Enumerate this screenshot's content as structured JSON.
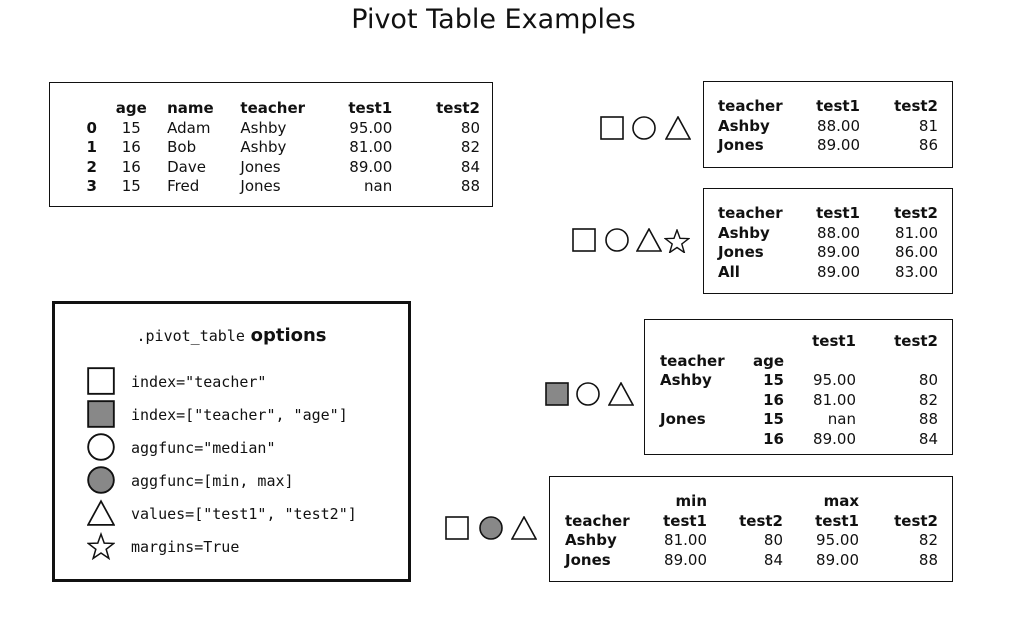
{
  "title": "Pivot Table Examples",
  "source_table": {
    "columns": [
      "age",
      "name",
      "teacher",
      "test1",
      "test2"
    ],
    "rows": [
      {
        "index": "0",
        "age": "15",
        "name": "Adam",
        "teacher": "Ashby",
        "test1": "95.00",
        "test2": "80"
      },
      {
        "index": "1",
        "age": "16",
        "name": "Bob",
        "teacher": "Ashby",
        "test1": "81.00",
        "test2": "82"
      },
      {
        "index": "2",
        "age": "16",
        "name": "Dave",
        "teacher": "Jones",
        "test1": "89.00",
        "test2": "84"
      },
      {
        "index": "3",
        "age": "15",
        "name": "Fred",
        "teacher": "Jones",
        "test1": "nan",
        "test2": "88"
      }
    ]
  },
  "legend": {
    "title_code": ".pivot_table",
    "title_word": "options",
    "items": [
      {
        "icon": "open-square-icon",
        "text": "index=\"teacher\""
      },
      {
        "icon": "filled-square-icon",
        "text": "index=[\"teacher\", \"age\"]"
      },
      {
        "icon": "open-circle-icon",
        "text": "aggfunc=\"median\""
      },
      {
        "icon": "filled-circle-icon",
        "text": "aggfunc=[min, max]"
      },
      {
        "icon": "triangle-icon",
        "text": "values=[\"test1\", \"test2\"]"
      },
      {
        "icon": "star-icon",
        "text": "margins=True"
      }
    ]
  },
  "pivot1": {
    "symbols": [
      "open-square-icon",
      "open-circle-icon",
      "triangle-icon"
    ],
    "headers": [
      "teacher",
      "test1",
      "test2"
    ],
    "rows": [
      {
        "teacher": "Ashby",
        "test1": "88.00",
        "test2": "81"
      },
      {
        "teacher": "Jones",
        "test1": "89.00",
        "test2": "86"
      }
    ]
  },
  "pivot2": {
    "symbols": [
      "open-square-icon",
      "open-circle-icon",
      "triangle-icon",
      "star-icon"
    ],
    "headers": [
      "teacher",
      "test1",
      "test2"
    ],
    "rows": [
      {
        "teacher": "Ashby",
        "test1": "88.00",
        "test2": "81.00"
      },
      {
        "teacher": "Jones",
        "test1": "89.00",
        "test2": "86.00"
      },
      {
        "teacher": "All",
        "test1": "89.00",
        "test2": "83.00"
      }
    ]
  },
  "pivot3": {
    "symbols": [
      "filled-square-icon",
      "open-circle-icon",
      "triangle-icon"
    ],
    "col_headers": [
      "test1",
      "test2"
    ],
    "index_headers": [
      "teacher",
      "age"
    ],
    "rows": [
      {
        "teacher": "Ashby",
        "age": "15",
        "test1": "95.00",
        "test2": "80"
      },
      {
        "teacher": "",
        "age": "16",
        "test1": "81.00",
        "test2": "82"
      },
      {
        "teacher": "Jones",
        "age": "15",
        "test1": "nan",
        "test2": "88"
      },
      {
        "teacher": "",
        "age": "16",
        "test1": "89.00",
        "test2": "84"
      }
    ]
  },
  "pivot4": {
    "symbols": [
      "open-square-icon",
      "filled-circle-icon",
      "triangle-icon"
    ],
    "top_headers": [
      "min",
      "max"
    ],
    "index_header": "teacher",
    "sub_headers": [
      "test1",
      "test2",
      "test1",
      "test2"
    ],
    "rows": [
      {
        "teacher": "Ashby",
        "min_test1": "81.00",
        "min_test2": "80",
        "max_test1": "95.00",
        "max_test2": "82"
      },
      {
        "teacher": "Jones",
        "min_test1": "89.00",
        "min_test2": "84",
        "max_test1": "89.00",
        "max_test2": "88"
      }
    ]
  }
}
